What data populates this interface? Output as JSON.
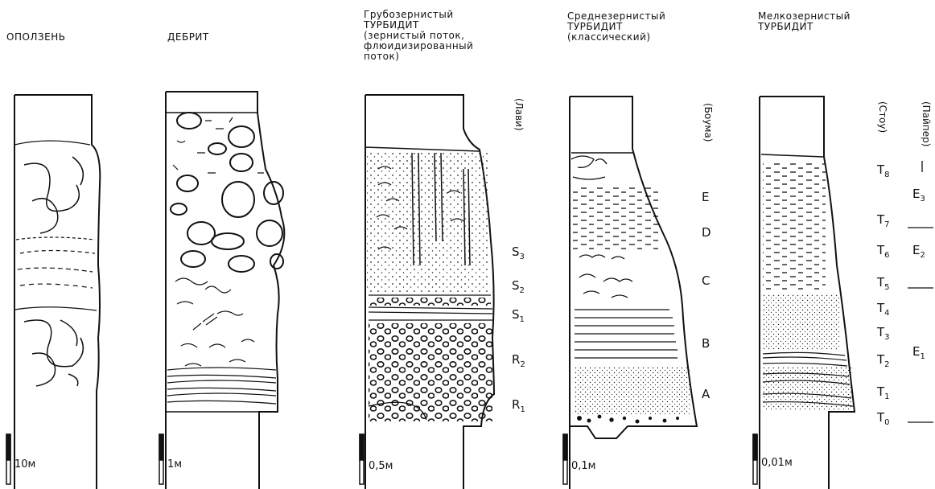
{
  "columns": [
    {
      "title": "ОПОЛЗЕНЬ",
      "scale": "10м"
    },
    {
      "title": "ДЕБРИТ",
      "scale": "1м"
    },
    {
      "title": "Грубозернистый\nТУРБИДИТ\n(зернистый поток,\nфлюидизированный\nпоток)",
      "scale": "0,5м"
    },
    {
      "title": "Среднезернистый\nТУРБИДИТ\n(классический)",
      "scale": "0,1м"
    },
    {
      "title": "Мелкозернистый\nТУРБИДИТ",
      "scale": "0,01м"
    }
  ],
  "lowe_label": "(Лави)",
  "bouma_label": "(Боума)",
  "stow_label": "(Стоу)",
  "piper_label": "(Пайпер)",
  "lowe_divisions": [
    {
      "letter": "S",
      "sub": "3"
    },
    {
      "letter": "S",
      "sub": "2"
    },
    {
      "letter": "S",
      "sub": "1"
    },
    {
      "letter": "R",
      "sub": "2"
    },
    {
      "letter": "R",
      "sub": "1"
    }
  ],
  "bouma_divisions": [
    "E",
    "D",
    "C",
    "B",
    "A"
  ],
  "stow_divisions": [
    {
      "letter": "T",
      "sub": "8"
    },
    {
      "letter": "T",
      "sub": "7"
    },
    {
      "letter": "T",
      "sub": "6"
    },
    {
      "letter": "T",
      "sub": "5"
    },
    {
      "letter": "T",
      "sub": "4"
    },
    {
      "letter": "T",
      "sub": "3"
    },
    {
      "letter": "T",
      "sub": "2"
    },
    {
      "letter": "T",
      "sub": "1"
    },
    {
      "letter": "T",
      "sub": "0"
    }
  ],
  "piper_divisions": [
    {
      "letter": "E",
      "sub": "3"
    },
    {
      "letter": "E",
      "sub": "2"
    },
    {
      "letter": "E",
      "sub": "1"
    }
  ]
}
